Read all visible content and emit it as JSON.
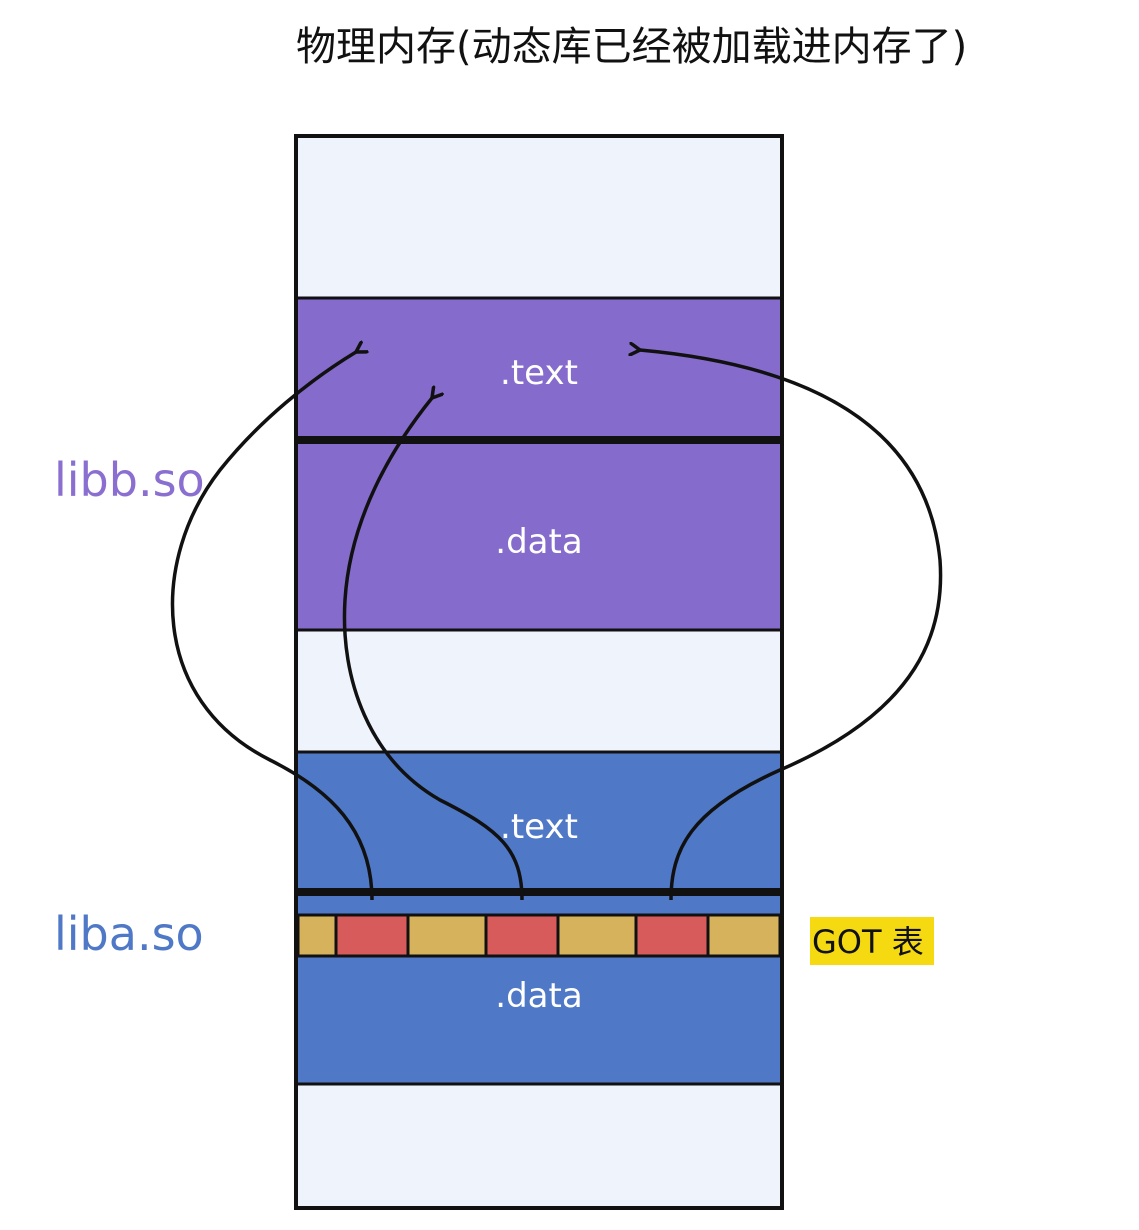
{
  "title": "物理内存(动态库已经被加载进内存了)",
  "libb": {
    "label": "libb.so",
    "text_label": ".text",
    "data_label": ".data"
  },
  "liba": {
    "label": "liba.so",
    "text_label": ".text",
    "data_label": ".data"
  },
  "got": {
    "label": "GOT 表"
  },
  "colors": {
    "free_memory": "#eef3fc",
    "libb_fill": "#856bcb",
    "libb_label": "#8a6fd0",
    "liba_fill": "#4f78c6",
    "liba_label": "#4f78c6",
    "got_slot": "#d5b25b",
    "got_entry": "#d75b5b",
    "got_label_bg": "#f5da12",
    "outline": "#111111"
  }
}
